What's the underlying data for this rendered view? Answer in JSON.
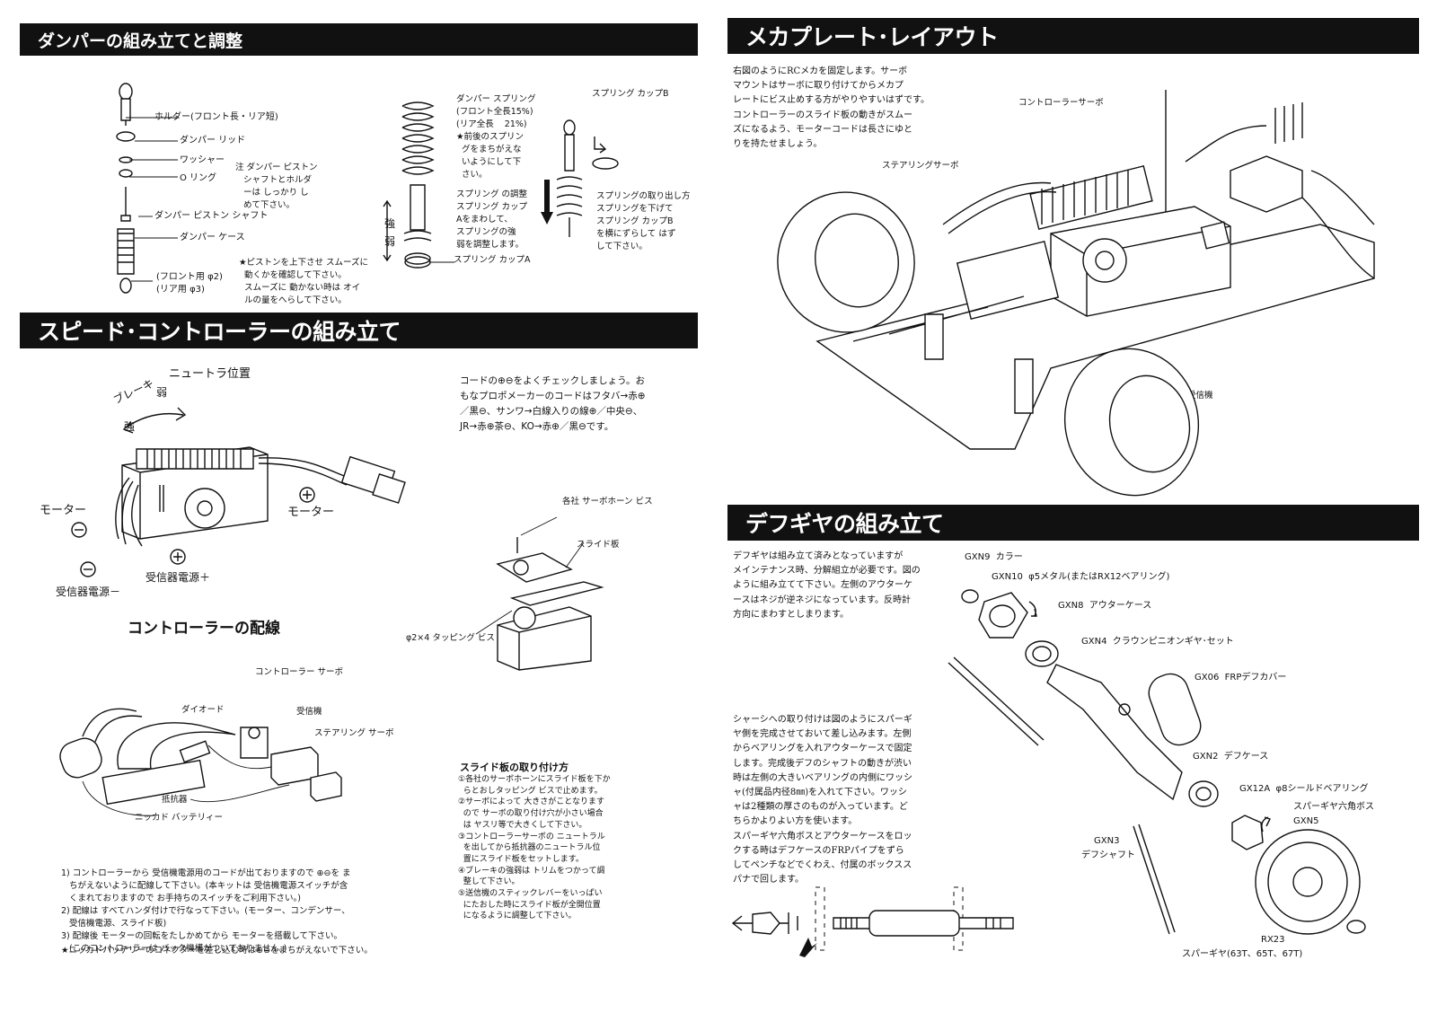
{
  "left": {
    "damper": {
      "title": "ダンパーの組み立てと調整",
      "labels": {
        "holder": "ホルダー(フロント長・リア短)",
        "lid": "ダンパー リッド",
        "washer": "ワッシャー",
        "oring": "O リング",
        "piston_shaft": "ダンパー ピストン シャフト",
        "case": "ダンパー ケース",
        "size": "(フロント用 φ2)\n(リア用 φ3)"
      },
      "note_tighten": "注 ダンパー ピストン\n   シャフトとホルダ\n   ーは しっかり し\n   めて下さい。",
      "note_piston": "★ピストンを上下させ スムーズに\n  動くかを確認して下さい。\n  スムーズに 動かない時は オイ\n  ルの量をへらして下さい。",
      "spring_label": "ダンパー スプリング\n(フロント全長15%)\n(リア全長    21%)\n★前後のスプリン\n  グをまちがえな\n  いようにして下\n  さい。",
      "spring_adjust": "スプリング の調整\nスプリング カップ\nAをまわして、\nスプリングの強\n弱を調整します。",
      "strong": "強",
      "weak": "弱",
      "cup_a": "スプリング カップA",
      "cup_b": "スプリング カップB",
      "removal": "スプリングの取り出し方\nスプリングを下げて\nスプリング カップB\nを横にずらして はず\nして下さい。"
    },
    "speed": {
      "title": "スピード･コントローラーの組み立て",
      "neutral": "ニュートラ位置",
      "brake": "ブレーキ",
      "weak": "弱",
      "strong": "強",
      "motor_minus": "モーター",
      "motor_plus": "モーター",
      "rx_minus": "受信器電源－",
      "rx_plus": "受信器電源＋",
      "cord_note": "コードの⊕⊖をよくチェックしましょう。お\nもなプロポメーカーのコードはフタバ→赤⊕\n／黒⊖、サンワ→白線入りの線⊕／中央⊖、\nJR→赤⊕茶⊖、KO→赤⊕／黒⊖です。",
      "servo_horn": "各社 サーボホーン ビス",
      "slide_plate": "スライド板",
      "tapping": "φ2×4 タッピング ビス",
      "wiring_title": "コントローラーの配線",
      "ctrl_servo": "コントローラー サーボ",
      "diode": "ダイオード",
      "receiver": "受信機",
      "steering_servo": "ステアリング サーボ",
      "resistor": "抵抗器",
      "nicad": "ニッカド バッテリィー",
      "slide_title": "スライド板の取り付け方",
      "slide_steps": "①各社のサーボホーンにスライド板を下か\n  らとおしタッピング ビスで止めます。\n②サーボによって 大きさがことなります\n  ので サーボの取り付け穴が小さい場合\n  は ヤスリ等で大きくして下さい。\n③コントローラーサーボの ニュートラル\n  を出してから抵抗器のニュートラル位\n  置にスライド板をセットします。\n④ブレーキの強弱は トリムをつかって調\n  整して下さい。\n⑤送信機のスティックレバーをいっぱい\n  にたおした時にスライド板が全開位置\n  になるように調整して下さい。",
      "notes": "1) コントローラーから 受信機電源用のコードが出ておりますので ⊕⊖を ま\n   ちがえないように配線して下さい。(本キットは 受信機電源スイッチが含\n   くまれておりますので お手持ちのスイッチをご利用下さい。)\n2) 配線は すべてハンダ付けで行なって下さい。(モーター、コンデンサー、\n   受信機電源、スライド板)\n3) 配線後 モーターの回転をたしかめてから モーターを搭載して下さい。\n   (このコントローラーは バック機構がついておりません。)",
      "star_note": "★ニッカドバッテリーのコネクターを差し込む時は⊕⊖をまちがえないで下さい。"
    }
  },
  "right": {
    "mech": {
      "title": "メカプレート･レイアウト",
      "text": "右図のようにRCメカを固定します。サーボ\nマウントはサーボに取り付けてからメカプ\nレートにビス止めする方がやりやすいはずです。\nコントローラーのスライド板の動きがスムー\nズになるよう、モーターコードは長さにゆと\nりを持たせましょう。",
      "ctrl_servo": "コントローラーサーボ",
      "steering_servo": "ステアリングサーボ",
      "receiver": "受信機"
    },
    "diff": {
      "title": "デフギヤの組み立て",
      "text": "デフギヤは組み立て済みとなっていますが\nメインテナンス時、分解組立が必要です。図の\nように組み立てて下さい。左側のアウターケ\nースはネジが逆ネジになっています。反時計\n方向にまわすとしまります。",
      "text2": "シャーシへの取り付けは図のようにスパーギ\nヤ側を完成させておいて差し込みます。左側\nからベアリングを入れアウターケースで固定\nします。完成後デフのシャフトの動きが渋い\n時は左側の大きいベアリングの内側にワッシ\nャ(付属品内径8㎜)を入れて下さい。ワッシ\nャは2種類の厚さのものが入っています。ど\nちらかよりよい方を使います。\nスパーギヤ六角ボスとアウターケースをロッ\nクする時はデフケースのFRPパイプをずら\nしてペンチなどでくわえ、付属のボックスス\nパナで回します。",
      "gxn9": "GXN9  カラー",
      "gxn10": "GXN10  φ5メタル(またはRX12ベアリング)",
      "gxn8": "GXN8  アウターケース",
      "gxn4": "GXN4  クラウンピニオンギヤ･セット",
      "gx06": "GX06  FRPデフカバー",
      "gxn2": "GXN2  デフケース",
      "gx12a": "GX12A  φ8シールドベアリング",
      "gxn5_desc": "スパーギヤ六角ボス",
      "gxn5": "GXN5",
      "gxn3": "GXN3",
      "shaft": "デフシャフト",
      "rx23": "RX23",
      "spur": "スパーギヤ(63T、65T、67T)"
    }
  }
}
